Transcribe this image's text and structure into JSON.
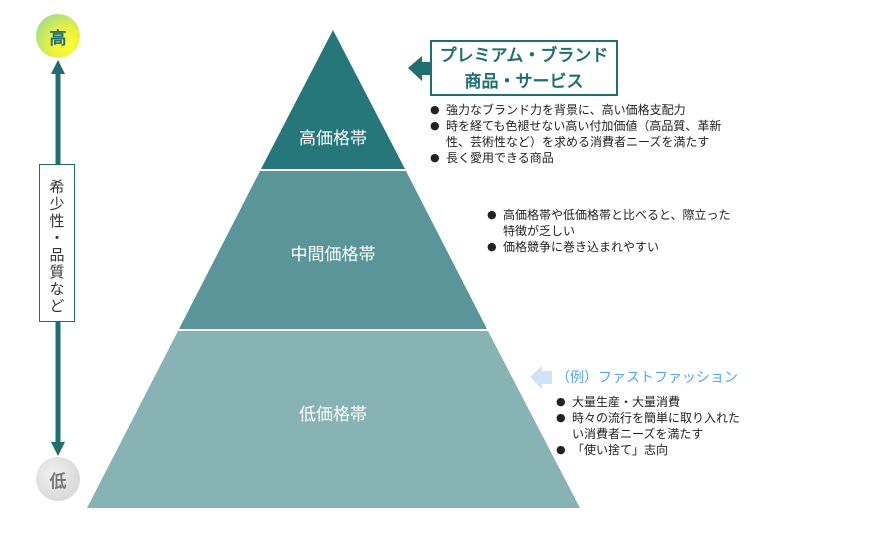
{
  "axis": {
    "high": "高",
    "low": "低",
    "label": "希少性・品質など"
  },
  "tiers": [
    {
      "label": "高価格帯",
      "color": "#25777a"
    },
    {
      "label": "中間価格帯",
      "color": "#5a9699"
    },
    {
      "label": "低価格帯",
      "color": "#88b3b5"
    }
  ],
  "high": {
    "callout": [
      "プレミアム・ブランド",
      "商品・サービス"
    ],
    "bullets": [
      "強力なブランド力を背景に、高い価格支配力",
      "時を経ても色褪せない高い付加価値（高品質、革新性、芸術性など）を求める消費者ニーズを満たす",
      "長く愛用できる商品"
    ]
  },
  "mid": {
    "bullets": [
      "高価格帯や低価格帯と比べると、際立った特徴が乏しい",
      "価格競争に巻き込まれやすい"
    ]
  },
  "low": {
    "example": "（例）ファストファッション",
    "bullets": [
      "大量生産・大量消費",
      "時々の流行を簡単に取り入れたい消費者ニーズを満たす",
      "「使い捨て」志向"
    ]
  }
}
